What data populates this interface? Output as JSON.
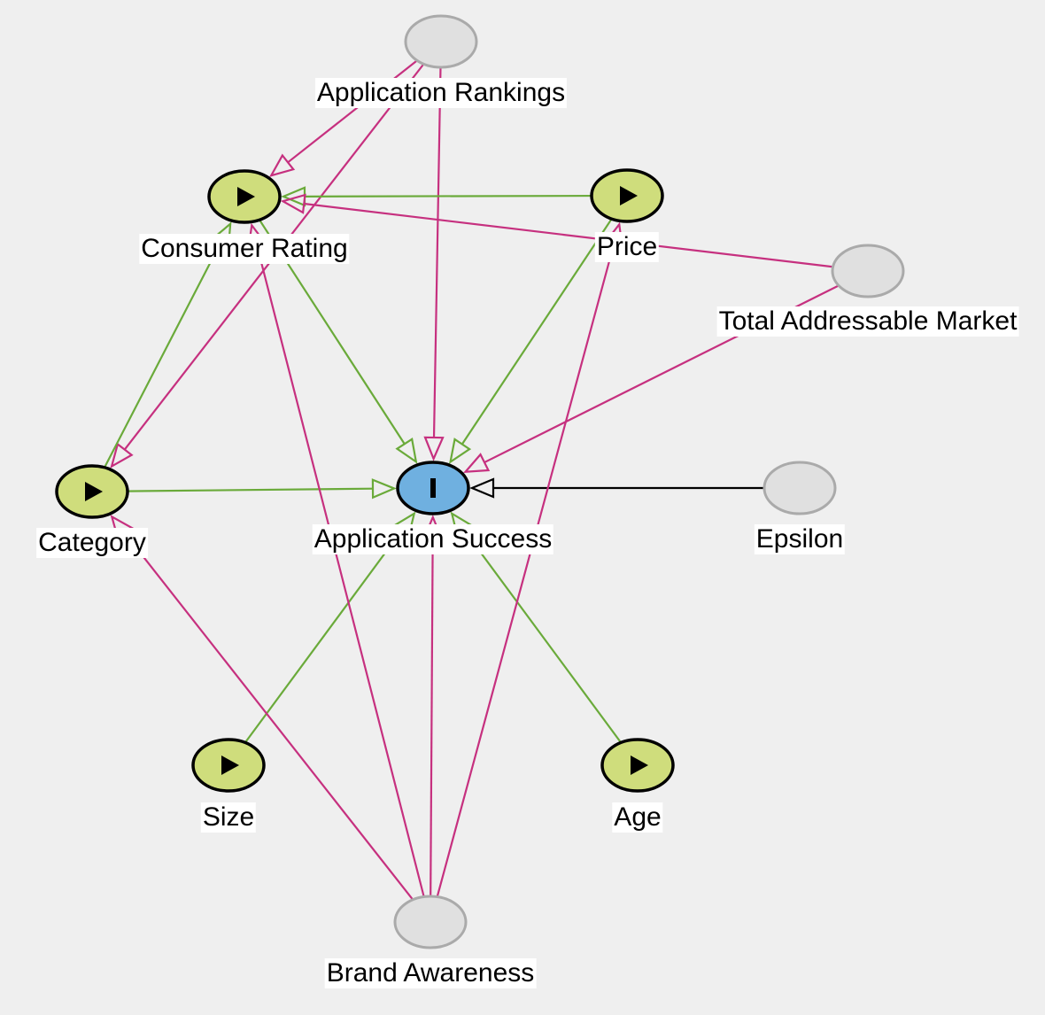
{
  "colors": {
    "background": "#efefef",
    "exposure_fill": "#cfdd7c",
    "outcome_fill": "#6fb0e0",
    "latent_fill": "#e0e0e0",
    "latent_stroke": "#aaaaaa",
    "causal_edge": "#6aaa3a",
    "biasing_edge": "#c6307f",
    "epsilon_edge": "#000000"
  },
  "nodes": {
    "app_rankings": {
      "label": "Application Rankings",
      "kind": "latent"
    },
    "consumer_rating": {
      "label": "Consumer Rating",
      "kind": "exposure"
    },
    "price": {
      "label": "Price",
      "kind": "exposure"
    },
    "tam": {
      "label": "Total Addressable Market",
      "kind": "latent"
    },
    "category": {
      "label": "Category",
      "kind": "exposure"
    },
    "app_success": {
      "label": "Application Success",
      "kind": "outcome"
    },
    "epsilon": {
      "label": "Epsilon",
      "kind": "latent"
    },
    "size": {
      "label": "Size",
      "kind": "exposure"
    },
    "age": {
      "label": "Age",
      "kind": "exposure"
    },
    "brand_awareness": {
      "label": "Brand Awareness",
      "kind": "latent"
    }
  },
  "edges": [
    {
      "from": "app_rankings",
      "to": "consumer_rating",
      "kind": "biasing"
    },
    {
      "from": "app_rankings",
      "to": "category",
      "kind": "biasing"
    },
    {
      "from": "app_rankings",
      "to": "app_success",
      "kind": "biasing"
    },
    {
      "from": "price",
      "to": "consumer_rating",
      "kind": "causal"
    },
    {
      "from": "tam",
      "to": "consumer_rating",
      "kind": "biasing"
    },
    {
      "from": "tam",
      "to": "app_success",
      "kind": "biasing"
    },
    {
      "from": "consumer_rating",
      "to": "app_success",
      "kind": "causal"
    },
    {
      "from": "price",
      "to": "app_success",
      "kind": "causal"
    },
    {
      "from": "category",
      "to": "consumer_rating",
      "kind": "causal"
    },
    {
      "from": "category",
      "to": "app_success",
      "kind": "causal"
    },
    {
      "from": "epsilon",
      "to": "app_success",
      "kind": "epsilon"
    },
    {
      "from": "size",
      "to": "app_success",
      "kind": "causal"
    },
    {
      "from": "age",
      "to": "app_success",
      "kind": "causal"
    },
    {
      "from": "brand_awareness",
      "to": "category",
      "kind": "biasing"
    },
    {
      "from": "brand_awareness",
      "to": "consumer_rating",
      "kind": "biasing"
    },
    {
      "from": "brand_awareness",
      "to": "app_success",
      "kind": "biasing"
    },
    {
      "from": "brand_awareness",
      "to": "price",
      "kind": "biasing"
    }
  ]
}
